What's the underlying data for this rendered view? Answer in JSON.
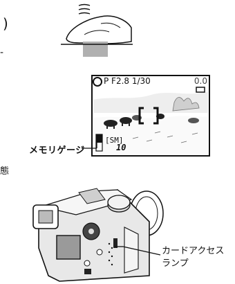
{
  "margin_text": {
    "paren": ")",
    "dash": "-",
    "kanji": "態"
  },
  "lcd": {
    "status": "P F2.8  1/30",
    "right": "0.0",
    "media": "[SM]",
    "count": "10"
  },
  "labels": {
    "memory_gauge": "メモリゲージ",
    "card_access_lamp_line1": "カードアクセス",
    "card_access_lamp_line2": "ランプ"
  }
}
